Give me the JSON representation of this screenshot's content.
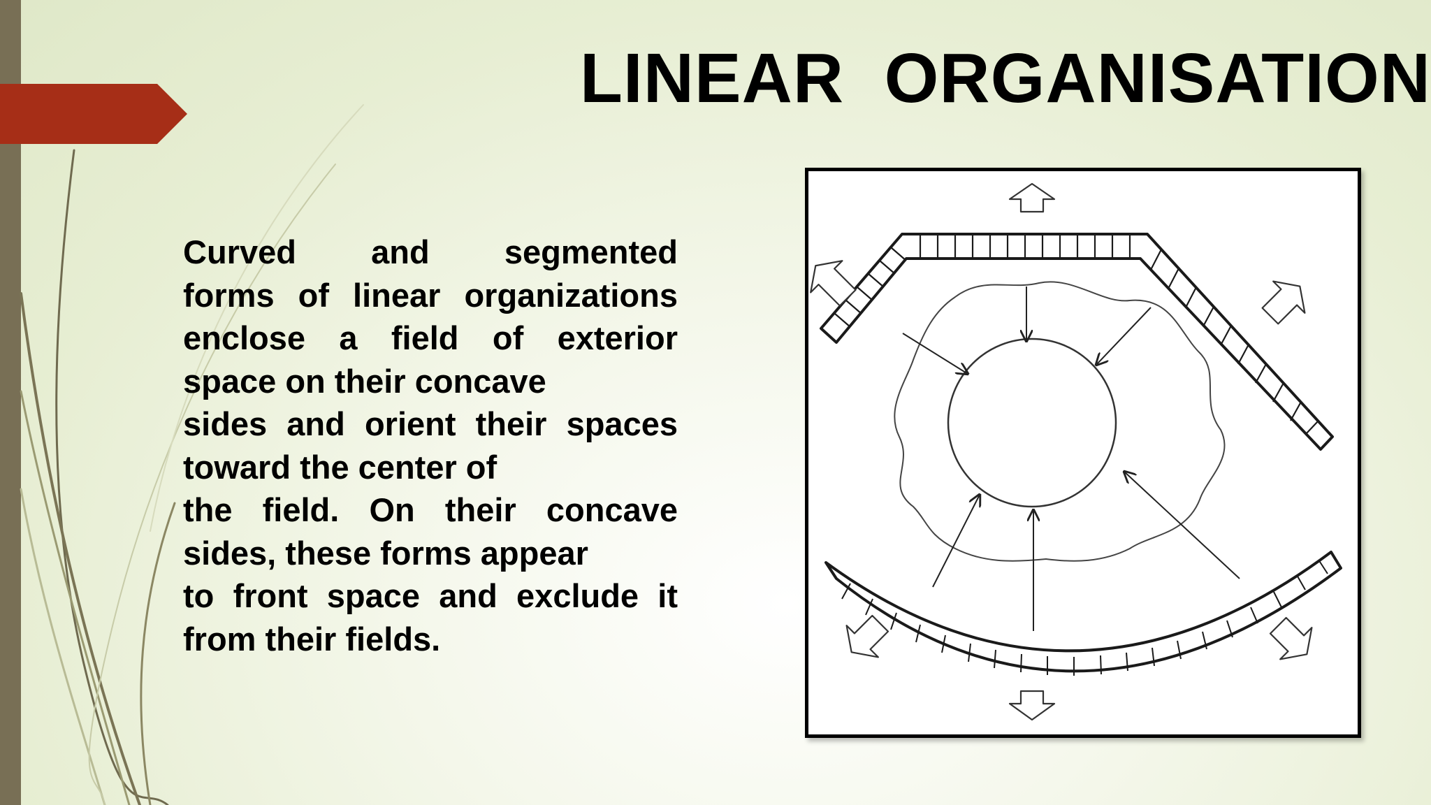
{
  "slide": {
    "title": "LINEAR  ORGANISATION",
    "body_lines": [
      "Curved and segmented",
      "forms of linear organizations",
      "enclose a field of exterior",
      "space on their concave",
      "sides and orient their spaces",
      "toward the center of",
      "the field. On their concave",
      "sides, these forms appear",
      "to front space and exclude it",
      "from their fields."
    ]
  },
  "colors": {
    "accent_banner": "#a62e17",
    "left_bar": "#786f55",
    "text": "#000000"
  },
  "figure": {
    "icons": [
      "arrow-up-icon",
      "arrow-down-icon",
      "arrow-upper-left-icon",
      "arrow-upper-right-icon",
      "arrow-lower-left-icon",
      "arrow-lower-right-icon"
    ]
  }
}
